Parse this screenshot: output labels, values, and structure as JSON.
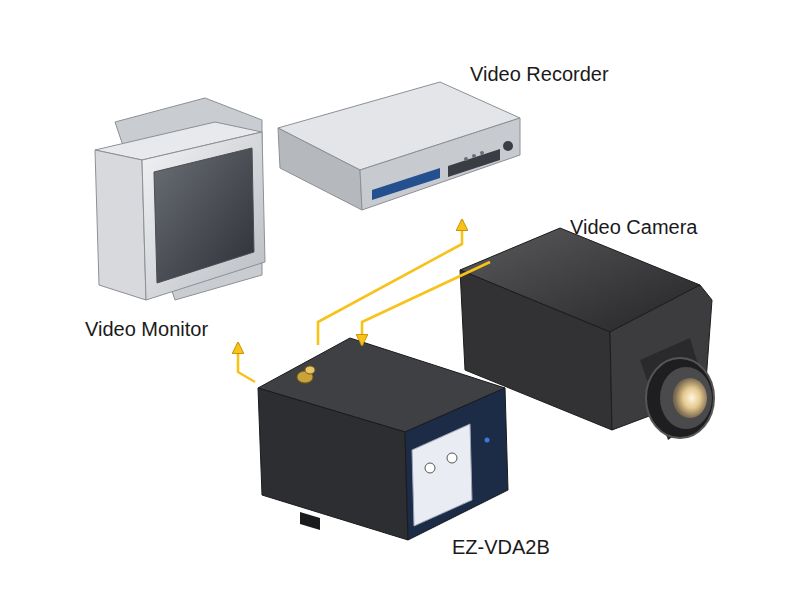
{
  "diagram": {
    "nodes": [
      {
        "text": [
          "Video Recorder"
        ]
      },
      {
        "text": [
          "Video Camera"
        ]
      },
      {
        "text": [
          "Video Monitor"
        ]
      },
      {
        "text": [
          "EZ-VDA2B"
        ]
      }
    ],
    "edges": [
      {
        "from": 1,
        "to": 3,
        "arrow": "to"
      },
      {
        "from": 3,
        "to": 2,
        "arrow": "to"
      },
      {
        "from": 3,
        "to": 0,
        "arrow": "to"
      }
    ]
  }
}
